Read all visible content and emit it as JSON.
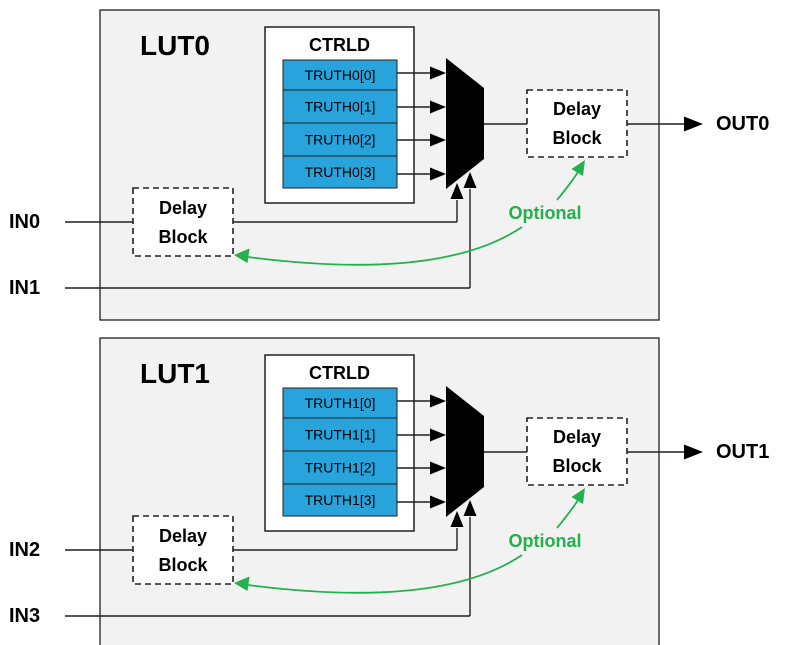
{
  "luts": [
    {
      "title": "LUT0",
      "ctrl_label": "CTRLD",
      "truth": [
        "TRUTH0[0]",
        "TRUTH0[1]",
        "TRUTH0[2]",
        "TRUTH0[3]"
      ],
      "input_delay": [
        "Delay",
        "Block"
      ],
      "output_delay": [
        "Delay",
        "Block"
      ],
      "inputs": [
        "IN0",
        "IN1"
      ],
      "output": "OUT0",
      "optional_label": "Optional"
    },
    {
      "title": "LUT1",
      "ctrl_label": "CTRLD",
      "truth": [
        "TRUTH1[0]",
        "TRUTH1[1]",
        "TRUTH1[2]",
        "TRUTH1[3]"
      ],
      "input_delay": [
        "Delay",
        "Block"
      ],
      "output_delay": [
        "Delay",
        "Block"
      ],
      "inputs": [
        "IN2",
        "IN3"
      ],
      "output": "OUT1",
      "optional_label": "Optional"
    }
  ],
  "colors": {
    "truth_fill": "#29a3dc",
    "panel_fill": "#f2f2f2",
    "optional_green": "#22b14c"
  }
}
